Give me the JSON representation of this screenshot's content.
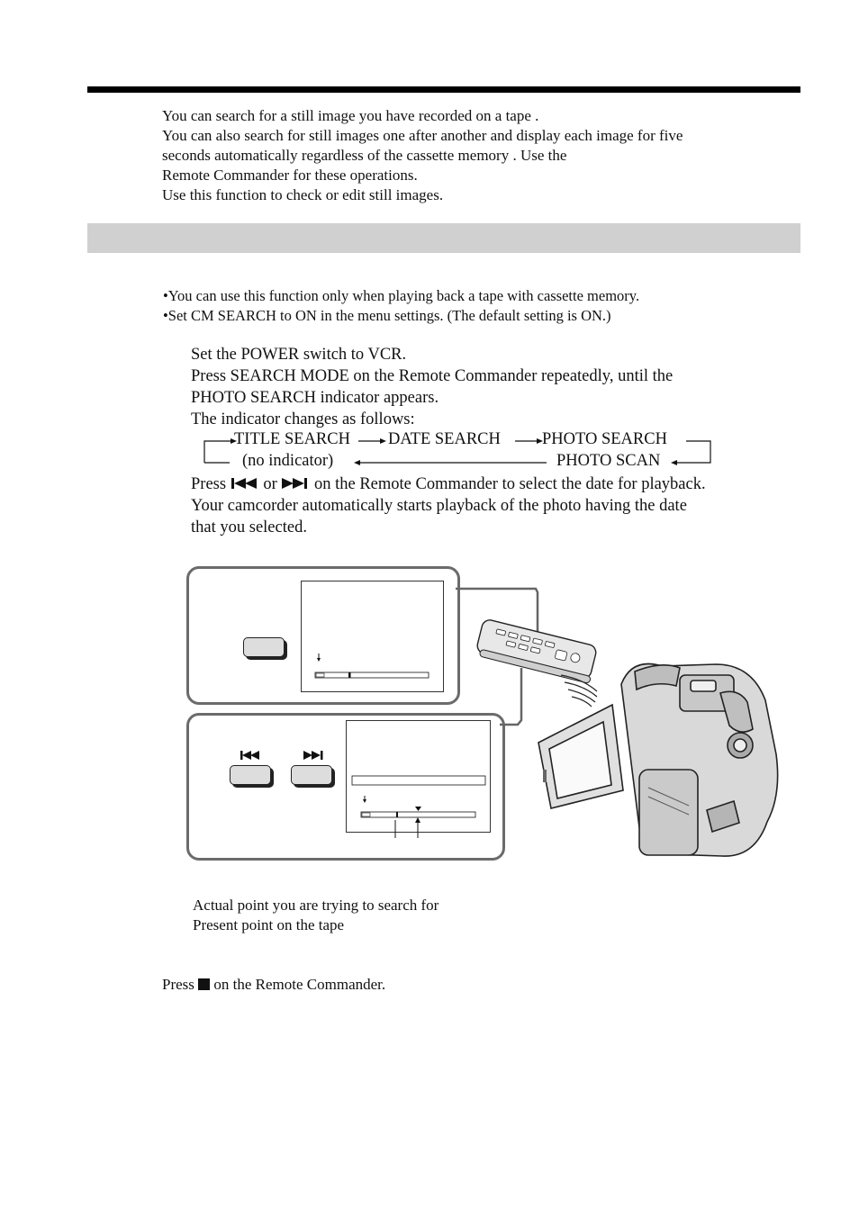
{
  "intro": {
    "lines": [
      "You can search for a still image you have recorded on a tape                                 .",
      "You can also search for still images one after another and display each image for five",
      "seconds automatically regardless of the cassette memory                              . Use the",
      "Remote Commander for these operations.",
      "Use this function to check or edit still images."
    ]
  },
  "notes": [
    "You can use this function only when playing back a tape with cassette memory.",
    "Set CM SEARCH to ON in the menu settings. (The default setting is ON.)"
  ],
  "steps": {
    "step1": "Set the POWER switch to VCR.",
    "step2_a": "Press SEARCH MODE on the Remote Commander repeatedly, until the",
    "step2_b": "PHOTO SEARCH indicator appears.",
    "step2_c": "The indicator changes as follows:",
    "step3_before": "Press",
    "step3_or": "or",
    "step3_after": "on the Remote Commander to select the date for playback.",
    "step3_b": "Your camcorder automatically starts playback of the photo having the date",
    "step3_c": "that you selected."
  },
  "sequence": {
    "title_search": "TITLE SEARCH",
    "date_search": "DATE SEARCH",
    "photo_search": "PHOTO SEARCH",
    "photo_scan": "PHOTO SCAN",
    "no_indicator": "(no indicator)"
  },
  "legend": {
    "item1": "Actual point you are trying to search for",
    "item2": "Present point on the tape"
  },
  "stop": {
    "before": "Press",
    "after": "on the Remote Commander."
  },
  "icons": {
    "rewind": "previous-track-icon",
    "forward": "next-track-icon",
    "stop": "stop-square-icon"
  }
}
